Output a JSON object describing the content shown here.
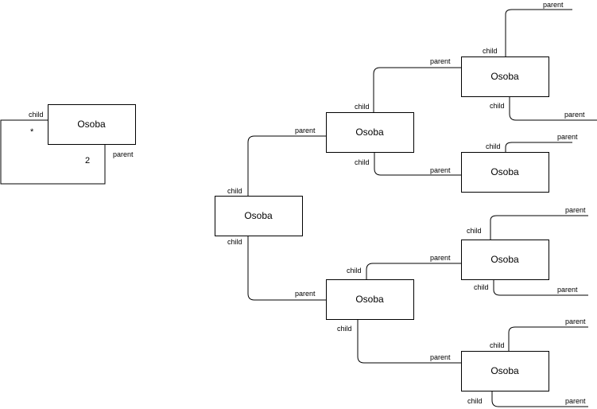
{
  "entity_name": "Osoba",
  "roles": {
    "child": "child",
    "parent": "parent"
  },
  "multiplicity": {
    "child_end": "*",
    "parent_end": "2"
  },
  "colors": {
    "stroke": "#000000",
    "background": "#ffffff"
  }
}
